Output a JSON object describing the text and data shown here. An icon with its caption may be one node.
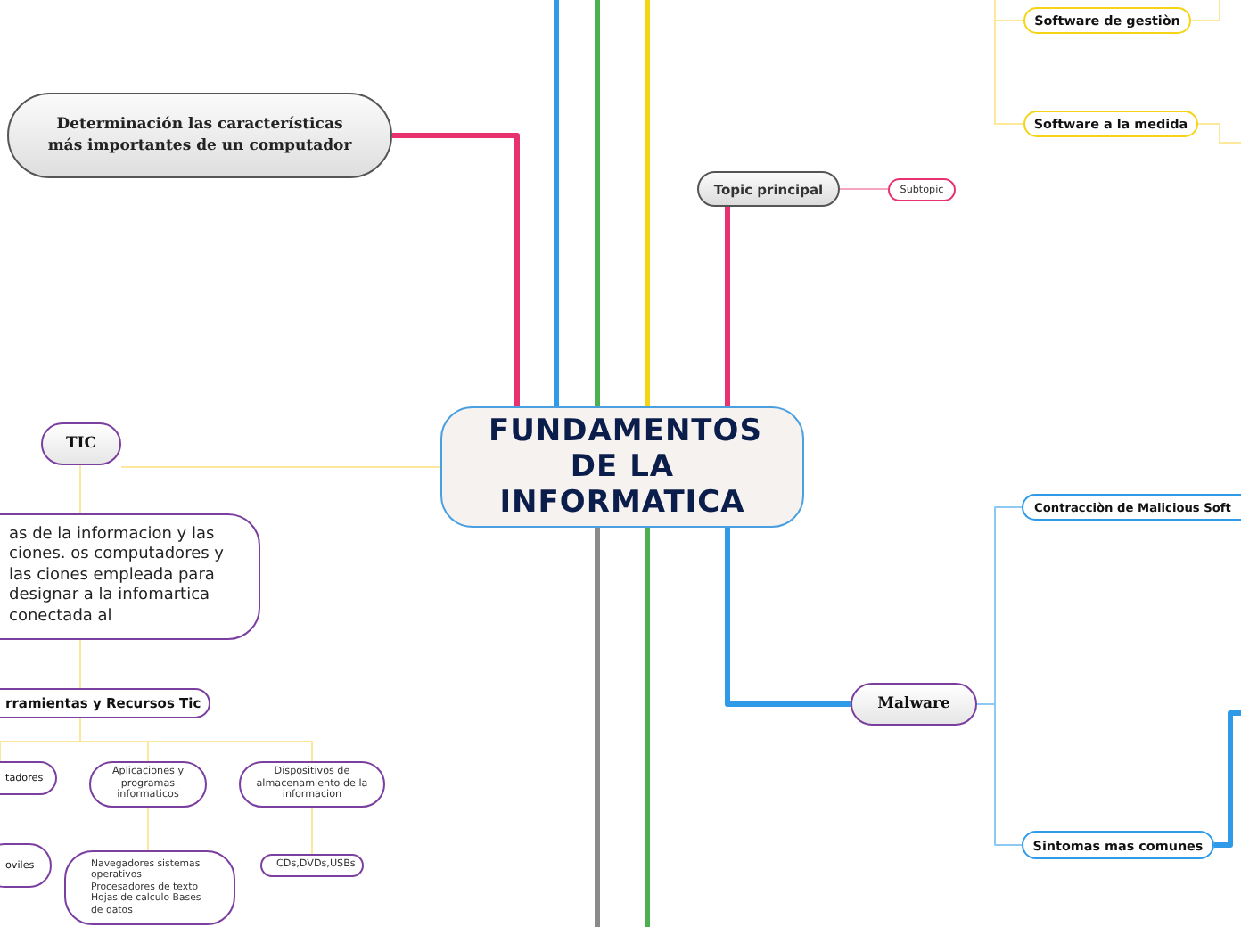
{
  "diagram": {
    "nodes": [
      {
        "text": [
          "FUNDAMENTOS DE LA INFORMATICA"
        ]
      },
      {
        "text": [
          "Determinación las características más importantes de un computador"
        ]
      },
      {
        "text": [
          "TIC"
        ]
      },
      {
        "text": [
          "as de la informacion y las ciones. os computadores y las ciones empleada para designar a la infomartica conectada al"
        ]
      },
      {
        "text": [
          "rramientas y Recursos Tic"
        ]
      },
      {
        "text": [
          "tadores"
        ]
      },
      {
        "text": [
          "Aplicaciones y programas informaticos"
        ]
      },
      {
        "text": [
          "Dispositivos de almacenamiento de la informacion"
        ]
      },
      {
        "text": [
          "oviles"
        ]
      },
      {
        "text": [
          "Navegadores sistemas operativos Procesadores de texto Hojas de calculo Bases de datos"
        ]
      },
      {
        "text": [
          "CDs,DVDs,USBs"
        ]
      },
      {
        "text": [
          "Topic principal"
        ]
      },
      {
        "text": [
          "Subtopic"
        ]
      },
      {
        "text": [
          "Software de gestiòn"
        ]
      },
      {
        "text": [
          "Software a la medida"
        ]
      },
      {
        "text": [
          "Malware"
        ]
      },
      {
        "text": [
          "Contracciòn de Malicious Soft"
        ]
      },
      {
        "text": [
          "Sintomas mas comunes"
        ]
      }
    ],
    "edges": [
      {
        "from": 0,
        "to": 1,
        "arrow": "none",
        "style": "thick",
        "color": "#e8316f"
      },
      {
        "from": 0,
        "to": 11,
        "arrow": "none",
        "style": "thick",
        "color": "#e8316f"
      },
      {
        "from": 11,
        "to": 12,
        "arrow": "none",
        "color": "#f6a5c0"
      },
      {
        "from": 0,
        "to": 2,
        "arrow": "none"
      },
      {
        "from": 2,
        "to": 3,
        "arrow": "none"
      },
      {
        "from": 3,
        "to": 4,
        "arrow": "none"
      },
      {
        "from": 4,
        "to": 5,
        "arrow": "none"
      },
      {
        "from": 4,
        "to": 6,
        "arrow": "none"
      },
      {
        "from": 4,
        "to": 7,
        "arrow": "none"
      },
      {
        "from": 6,
        "to": 9,
        "arrow": "none"
      },
      {
        "from": 7,
        "to": 10,
        "arrow": "none"
      },
      {
        "from": 0,
        "to": 15,
        "arrow": "none",
        "style": "thick",
        "color": "#2f9be8"
      },
      {
        "from": 15,
        "to": 16,
        "arrow": "none",
        "color": "#8ec9f2"
      },
      {
        "from": 15,
        "to": 17,
        "arrow": "none",
        "color": "#8ec9f2"
      },
      {
        "from": null,
        "to": 13,
        "arrow": "none"
      },
      {
        "from": null,
        "to": 14,
        "arrow": "none"
      },
      {
        "from": 13,
        "to": null,
        "arrow": "none"
      },
      {
        "from": 14,
        "to": null,
        "arrow": "none"
      },
      {
        "from": 17,
        "to": null,
        "arrow": "none",
        "style": "thick",
        "color": "#2f9be8"
      },
      {
        "from": 0,
        "to": null,
        "arrow": "none",
        "style": "thick",
        "color": "#2f9be8"
      },
      {
        "from": 0,
        "to": null,
        "arrow": "none",
        "style": "thick",
        "color": "#4caf50"
      },
      {
        "from": 0,
        "to": null,
        "arrow": "none",
        "style": "thick",
        "color": "#f5d416"
      },
      {
        "from": 0,
        "to": null,
        "arrow": "none",
        "style": "thick",
        "color": "#8a8a8a"
      },
      {
        "from": 0,
        "to": null,
        "arrow": "none",
        "style": "thick",
        "color": "#4caf50"
      }
    ]
  }
}
